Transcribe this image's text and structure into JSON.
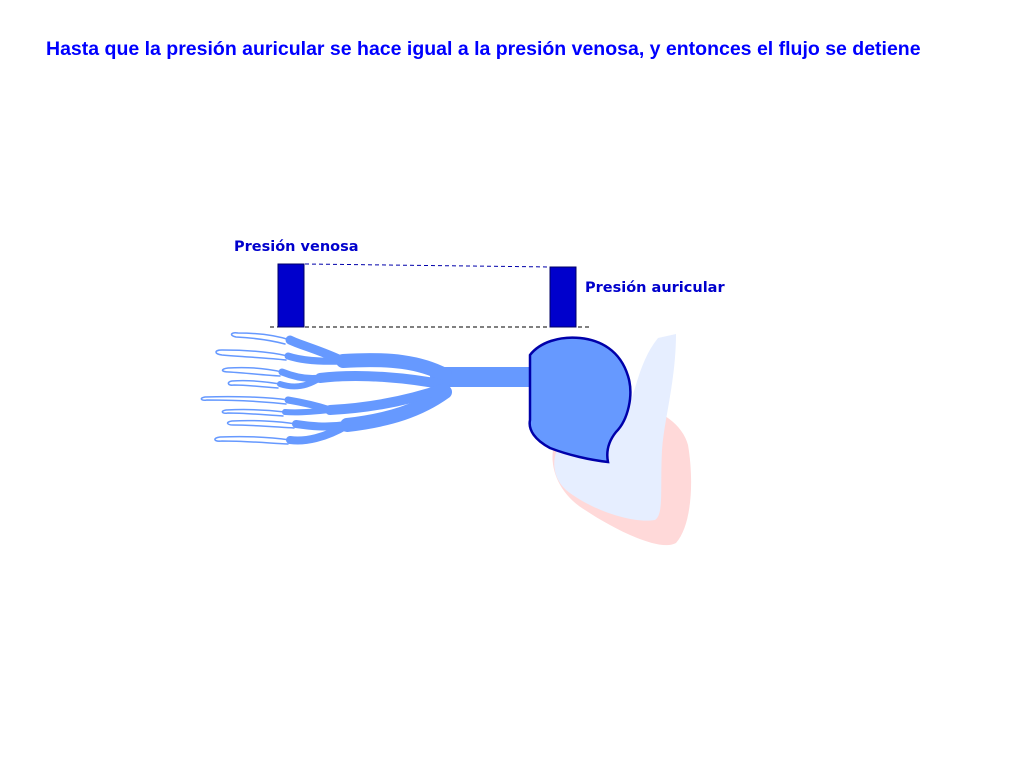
{
  "slide": {
    "title": "Hasta que la presión auricular se hace igual a la presión venosa, y entonces el flujo se detiene"
  },
  "diagram": {
    "labels": {
      "venous_pressure": "Presión venosa",
      "atrial_pressure": "Presión auricular"
    },
    "colors": {
      "title": "#0000ff",
      "label": "#0000cc",
      "pressure_bar": "#0000cc",
      "vein": "#6699ff",
      "atrium_outline": "#0000aa",
      "heart_outer": "#ffd9d9",
      "heart_inner": "#e6eeff"
    }
  }
}
